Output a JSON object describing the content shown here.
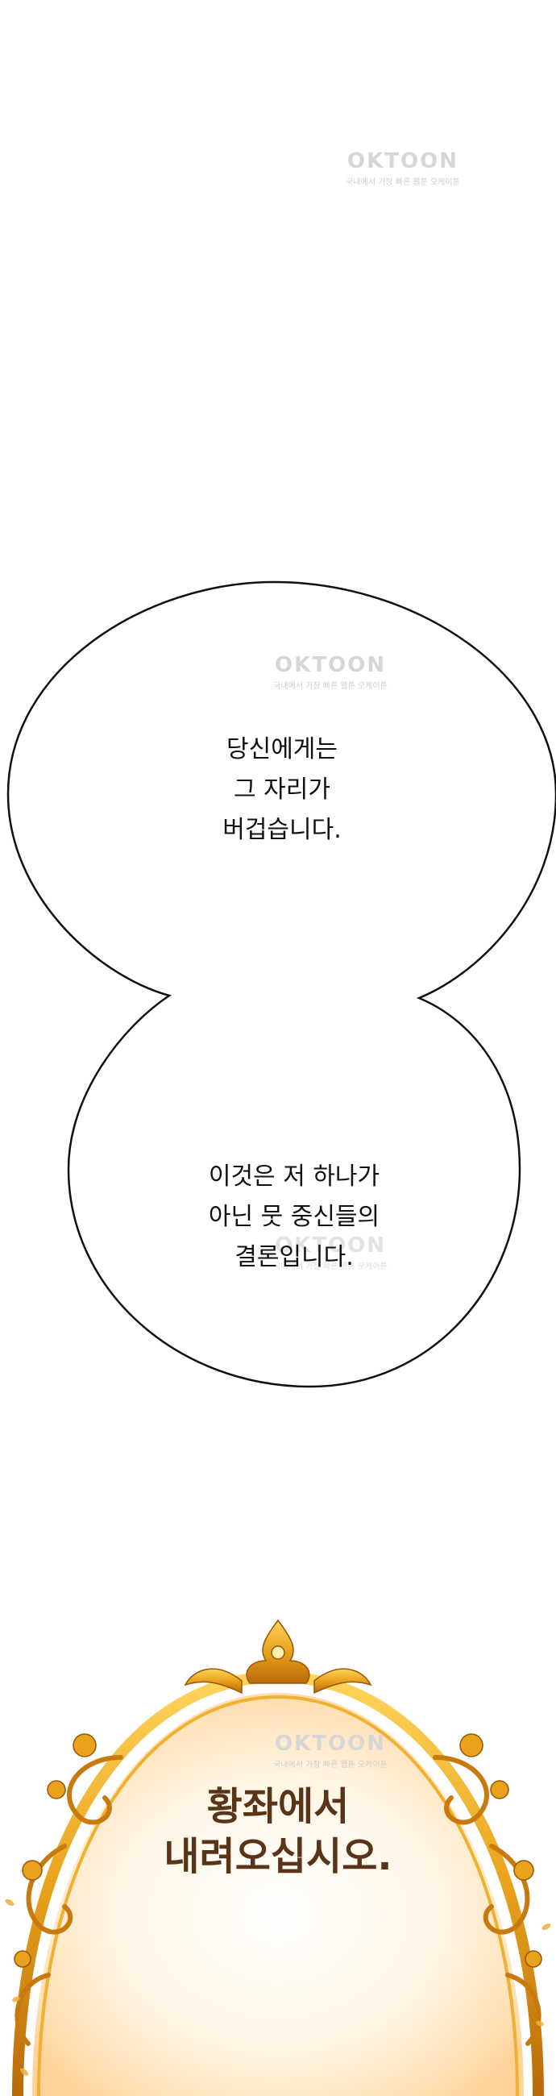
{
  "watermark": {
    "brand": "OKTOON",
    "tagline": "국내에서 가장 빠른 웹툰 오케이툰"
  },
  "bubbles": [
    {
      "lines": [
        "당신에게는",
        "그 자리가",
        "버겁습니다."
      ]
    },
    {
      "lines": [
        "이것은 저 하나가",
        "아닌 뭇 중신들의",
        "결론입니다."
      ]
    }
  ],
  "narration": {
    "lines": [
      "황좌에서",
      "내려오십시오."
    ]
  },
  "colors": {
    "gold_frame": "#e8a21c",
    "gold_dark": "#b86a0a",
    "frame_glow": "#fff1d6",
    "narration_text": "#5a3418"
  }
}
